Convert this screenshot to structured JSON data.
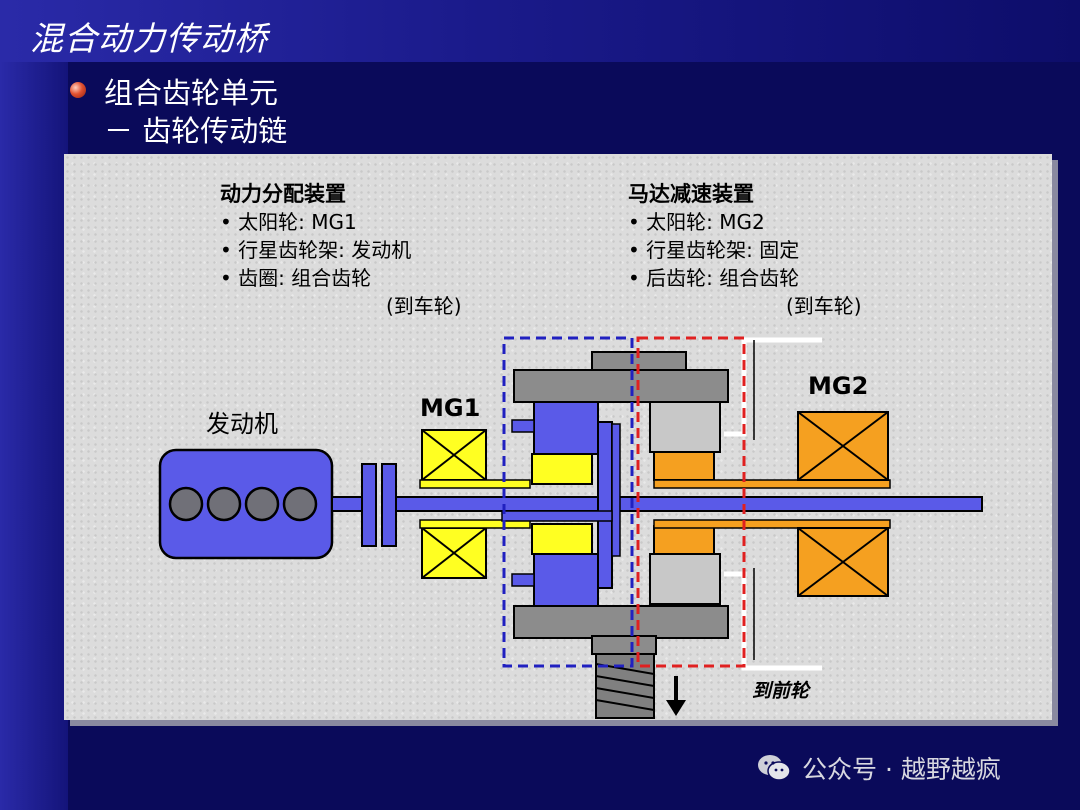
{
  "slide": {
    "title": "混合动力传动桥",
    "bullet": "组合齿轮单元",
    "sub_bullet": "－ 齿轮传动链"
  },
  "diagram": {
    "power_split": {
      "heading": "动力分配装置",
      "items": [
        "• 太阳轮: MG1",
        "• 行星齿轮架: 发动机",
        "• 齿圈: 组合齿轮"
      ],
      "note": "(到车轮)"
    },
    "motor_reduction": {
      "heading": "马达减速装置",
      "items": [
        "• 太阳轮: MG2",
        "• 行星齿轮架: 固定",
        "• 后齿轮: 组合齿轮"
      ],
      "note": "(到车轮)"
    },
    "labels": {
      "engine": "发动机",
      "mg1": "MG1",
      "mg2": "MG2",
      "front_wheel": "到前轮"
    },
    "colors": {
      "engine": "#5a5ae8",
      "mg1": "#ffff22",
      "mg2": "#f5a020",
      "planet": "#5a5ae8",
      "gray": "#8c8c8c",
      "power_split_box": "#2020c0",
      "motor_reduction_box": "#e02020"
    }
  },
  "watermark": {
    "text": "公众号 · 越野越疯",
    "icon": "wechat-icon"
  }
}
